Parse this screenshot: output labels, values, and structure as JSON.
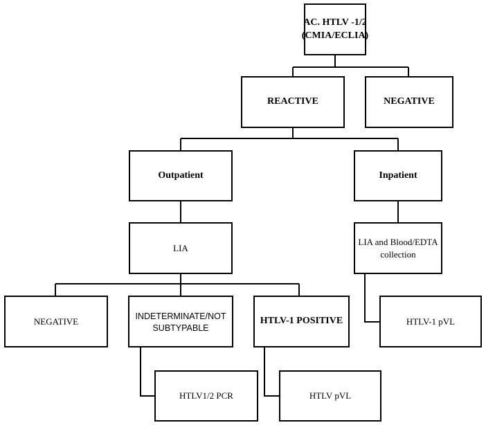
{
  "nodes": {
    "root": "AC. HTLV -1/2\n(CMIA/ECLIA)",
    "reactive": "REACTIVE",
    "negative_top": "NEGATIVE",
    "outpatient": "Outpatient",
    "inpatient": "Inpatient",
    "lia": "LIA",
    "lia_blood": "LIA  and Blood/EDTA\ncollection",
    "negative_lia": "NEGATIVE",
    "indeterminate": "INDETERMINATE/NOT\nSUBTYPABLE",
    "htlv1_positive": "HTLV-1 POSITIVE",
    "htlv1_pvl": "HTLV-1 pVL",
    "htlv12_pcr": "HTLV1/2 PCR",
    "htlv_pvl": "HTLV pVL"
  }
}
